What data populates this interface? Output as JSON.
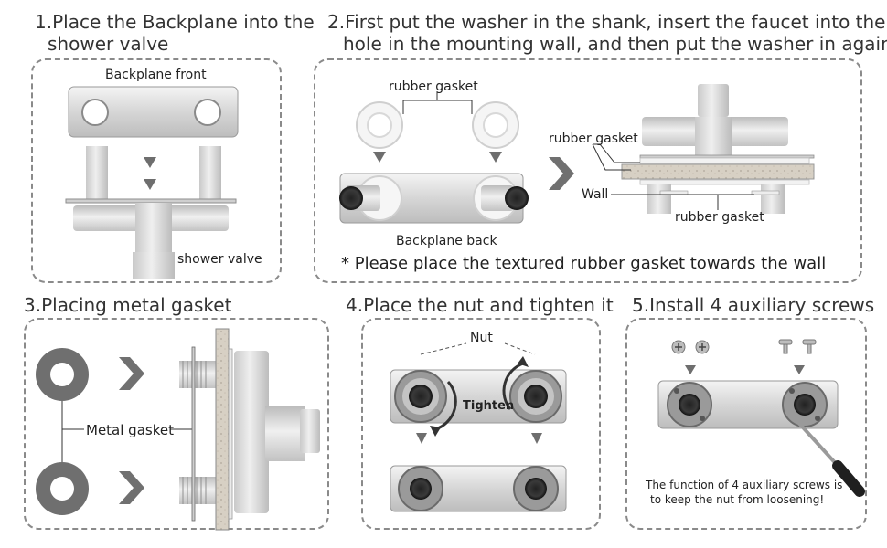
{
  "steps": [
    {
      "title_line1": "1.Place the Backplane into the",
      "title_line2": "shower valve"
    },
    {
      "title_line1": "2.First put the washer in the shank, insert the faucet into the",
      "title_line2": "hole in the mounting wall, and then put the washer in again"
    },
    {
      "title": "3.Placing metal gasket"
    },
    {
      "title": "4.Place the nut and tighten it"
    },
    {
      "title": "5.Install 4 auxiliary screws"
    }
  ],
  "step1": {
    "backplane_front": "Backplane front",
    "shower_valve": "shower valve"
  },
  "step2": {
    "rubber_gasket_top": "rubber gasket",
    "backplane_back": "Backplane back",
    "rubber_gasket_right": "rubber gasket",
    "wall": "Wall",
    "rubber_gasket_bottom": "rubber gasket",
    "note": "* Please place the textured rubber gasket towards the wall"
  },
  "step3": {
    "metal_gasket": "Metal gasket"
  },
  "step4": {
    "nut": "Nut",
    "tighten": "Tighten"
  },
  "step5": {
    "function_line1": "The function of 4 auxiliary screws is",
    "function_line2": "to keep the nut from loosening!"
  },
  "colors": {
    "panel_border": "#8a8a8a",
    "metal_light": "#e2e2e2",
    "metal_dark": "#555555",
    "arrow": "#666666"
  }
}
